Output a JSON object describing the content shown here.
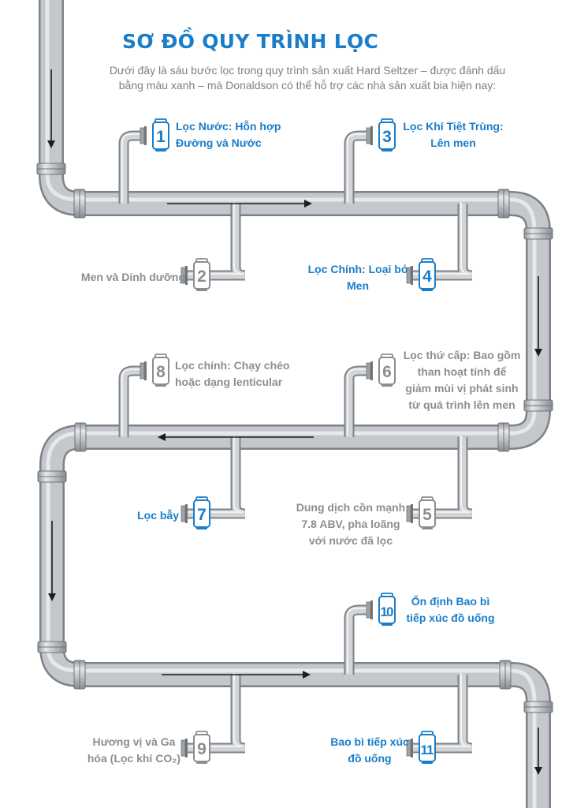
{
  "header": {
    "title": "SƠ ĐỒ QUY TRÌNH LỌC",
    "intro_line1": "Dưới đây là sáu bước lọc trong quy trình sản xuất Hard Seltzer – được đánh dấu",
    "intro_line2": "bằng màu xanh – mà Donaldson có thể hỗ trợ các nhà sản xuất bia hiện nay:"
  },
  "colors": {
    "highlighted": "#1a7dc8",
    "standard": "#8b8e91",
    "pipe": "#b8bcc0"
  },
  "steps": [
    {
      "number": "1",
      "highlighted": true,
      "lines": [
        "Lọc Nước: Hỗn hợp",
        "Đường và Nước"
      ]
    },
    {
      "number": "2",
      "highlighted": false,
      "lines": [
        "Men và Dinh dưỡng"
      ]
    },
    {
      "number": "3",
      "highlighted": true,
      "lines": [
        "Lọc Khí Tiệt Trùng:",
        "Lên men"
      ]
    },
    {
      "number": "4",
      "highlighted": true,
      "lines": [
        "Lọc Chính: Loại bỏ",
        "Men"
      ]
    },
    {
      "number": "5",
      "highlighted": false,
      "lines": [
        "Dung dịch cồn mạnh",
        "7.8 ABV, pha loãng",
        "với nước đã lọc"
      ]
    },
    {
      "number": "6",
      "highlighted": false,
      "lines": [
        "Lọc thứ cấp: Bao gồm",
        "than hoạt tính để",
        "giảm mùi vị phát sinh",
        "từ quá trình lên men"
      ]
    },
    {
      "number": "7",
      "highlighted": true,
      "lines": [
        "Lọc bẫy"
      ]
    },
    {
      "number": "8",
      "highlighted": false,
      "lines": [
        "Lọc chính: Chạy chéo",
        "hoặc dạng lenticular"
      ]
    },
    {
      "number": "9",
      "highlighted": false,
      "lines": [
        "Hương vị và Ga",
        "hóa (Lọc khí CO₂)"
      ]
    },
    {
      "number": "10",
      "highlighted": true,
      "lines": [
        "Ổn định Bao bì",
        "tiếp xúc đồ uống"
      ]
    },
    {
      "number": "11",
      "highlighted": true,
      "lines": [
        "Bao bì tiếp xúc",
        "đồ uống"
      ]
    }
  ]
}
